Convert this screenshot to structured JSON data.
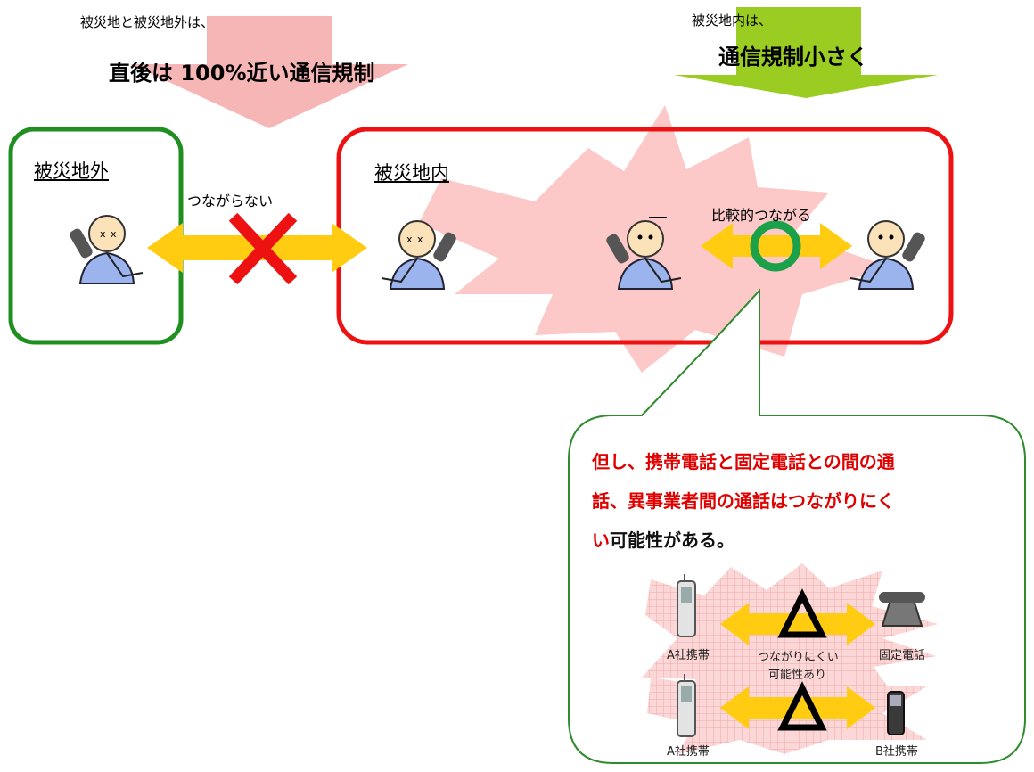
{
  "arrows": {
    "left_caption": "被災地と被災地外は、",
    "left_headline": "直後は 100%近い通信規制",
    "right_caption": "被災地内は、",
    "right_headline": "通信規制小さく"
  },
  "regions": {
    "outside_label": "被災地外",
    "inside_label": "被災地内"
  },
  "links": {
    "no_connect": "つながらない",
    "relatively_connect": "比較的つながる"
  },
  "callout": {
    "line1": "但し、携帯電話と固定電話との間の通",
    "line2": "話、異事業者間の通話はつながりにく",
    "line3_red": "い",
    "line3_black": "可能性がある。"
  },
  "inset": {
    "a_mobile_top": "A社携帯",
    "difficult_1": "つながりにくい",
    "difficult_2": "可能性あり",
    "landline": "固定電話",
    "a_mobile_bottom": "A社携帯",
    "b_mobile": "B社携帯"
  },
  "colors": {
    "outside_border": "#1f8f1f",
    "inside_border": "#ee1111",
    "big_arrow_left": "#f7b6b6",
    "big_arrow_right": "#9bcc22",
    "link_arrow": "#ffcc11",
    "cross": "#ee1111",
    "circle": "#1aa14a",
    "burst": "#fcc8c8",
    "callout_red": "#e00000"
  }
}
